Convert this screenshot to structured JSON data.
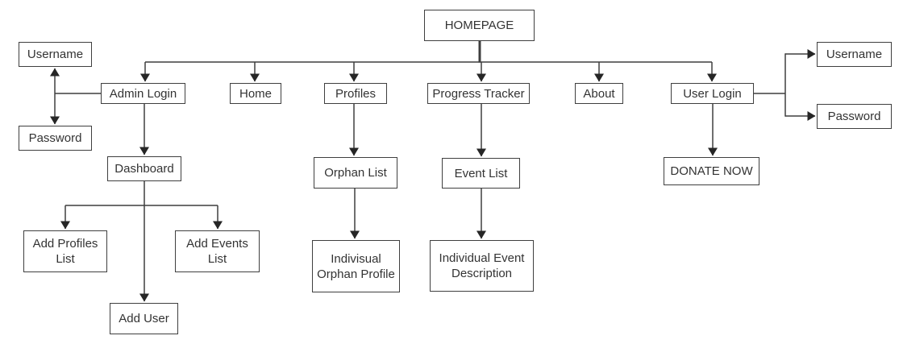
{
  "diagram": {
    "type": "sitemap-flowchart",
    "background_color": "#ffffff",
    "stroke_color": "#3f3f3f",
    "text_color": "#333333",
    "nodes": {
      "homepage": {
        "label": "HOMEPAGE"
      },
      "username_left": {
        "label": "Username"
      },
      "password_left": {
        "label": "Password"
      },
      "admin_login": {
        "label": "Admin Login"
      },
      "home": {
        "label": "Home"
      },
      "profiles": {
        "label": "Profiles"
      },
      "progress_tracker": {
        "label": "Progress Tracker"
      },
      "about": {
        "label": "About"
      },
      "user_login": {
        "label": "User Login"
      },
      "username_right": {
        "label": "Username"
      },
      "password_right": {
        "label": "Password"
      },
      "dashboard": {
        "label": "Dashboard"
      },
      "orphan_list": {
        "label": "Orphan List"
      },
      "event_list": {
        "label": "Event List"
      },
      "donate_now": {
        "label": "DONATE NOW"
      },
      "add_profiles_list": {
        "label": "Add Profiles List"
      },
      "add_events_list": {
        "label": "Add Events List"
      },
      "add_user": {
        "label": "Add User"
      },
      "indivisual_orphan_profile": {
        "label": "Indivisual Orphan Profile"
      },
      "individual_event_description": {
        "label": "Individual Event Description"
      }
    },
    "edges": [
      {
        "from": "homepage",
        "to": "admin_login",
        "style": "arrow"
      },
      {
        "from": "homepage",
        "to": "home",
        "style": "arrow"
      },
      {
        "from": "homepage",
        "to": "profiles",
        "style": "arrow"
      },
      {
        "from": "homepage",
        "to": "progress_tracker",
        "style": "arrow"
      },
      {
        "from": "homepage",
        "to": "about",
        "style": "arrow"
      },
      {
        "from": "homepage",
        "to": "user_login",
        "style": "arrow"
      },
      {
        "from": "admin_login",
        "to": "username_left",
        "style": "double-arrow"
      },
      {
        "from": "admin_login",
        "to": "password_left",
        "style": "double-arrow"
      },
      {
        "from": "admin_login",
        "to": "dashboard",
        "style": "arrow"
      },
      {
        "from": "dashboard",
        "to": "add_profiles_list",
        "style": "arrow"
      },
      {
        "from": "dashboard",
        "to": "add_events_list",
        "style": "arrow"
      },
      {
        "from": "dashboard",
        "to": "add_user",
        "style": "arrow"
      },
      {
        "from": "profiles",
        "to": "orphan_list",
        "style": "arrow"
      },
      {
        "from": "orphan_list",
        "to": "indivisual_orphan_profile",
        "style": "arrow"
      },
      {
        "from": "progress_tracker",
        "to": "event_list",
        "style": "arrow"
      },
      {
        "from": "event_list",
        "to": "individual_event_description",
        "style": "arrow"
      },
      {
        "from": "user_login",
        "to": "donate_now",
        "style": "arrow"
      },
      {
        "from": "user_login",
        "to": "username_right",
        "style": "arrow"
      },
      {
        "from": "user_login",
        "to": "password_right",
        "style": "arrow"
      }
    ]
  }
}
